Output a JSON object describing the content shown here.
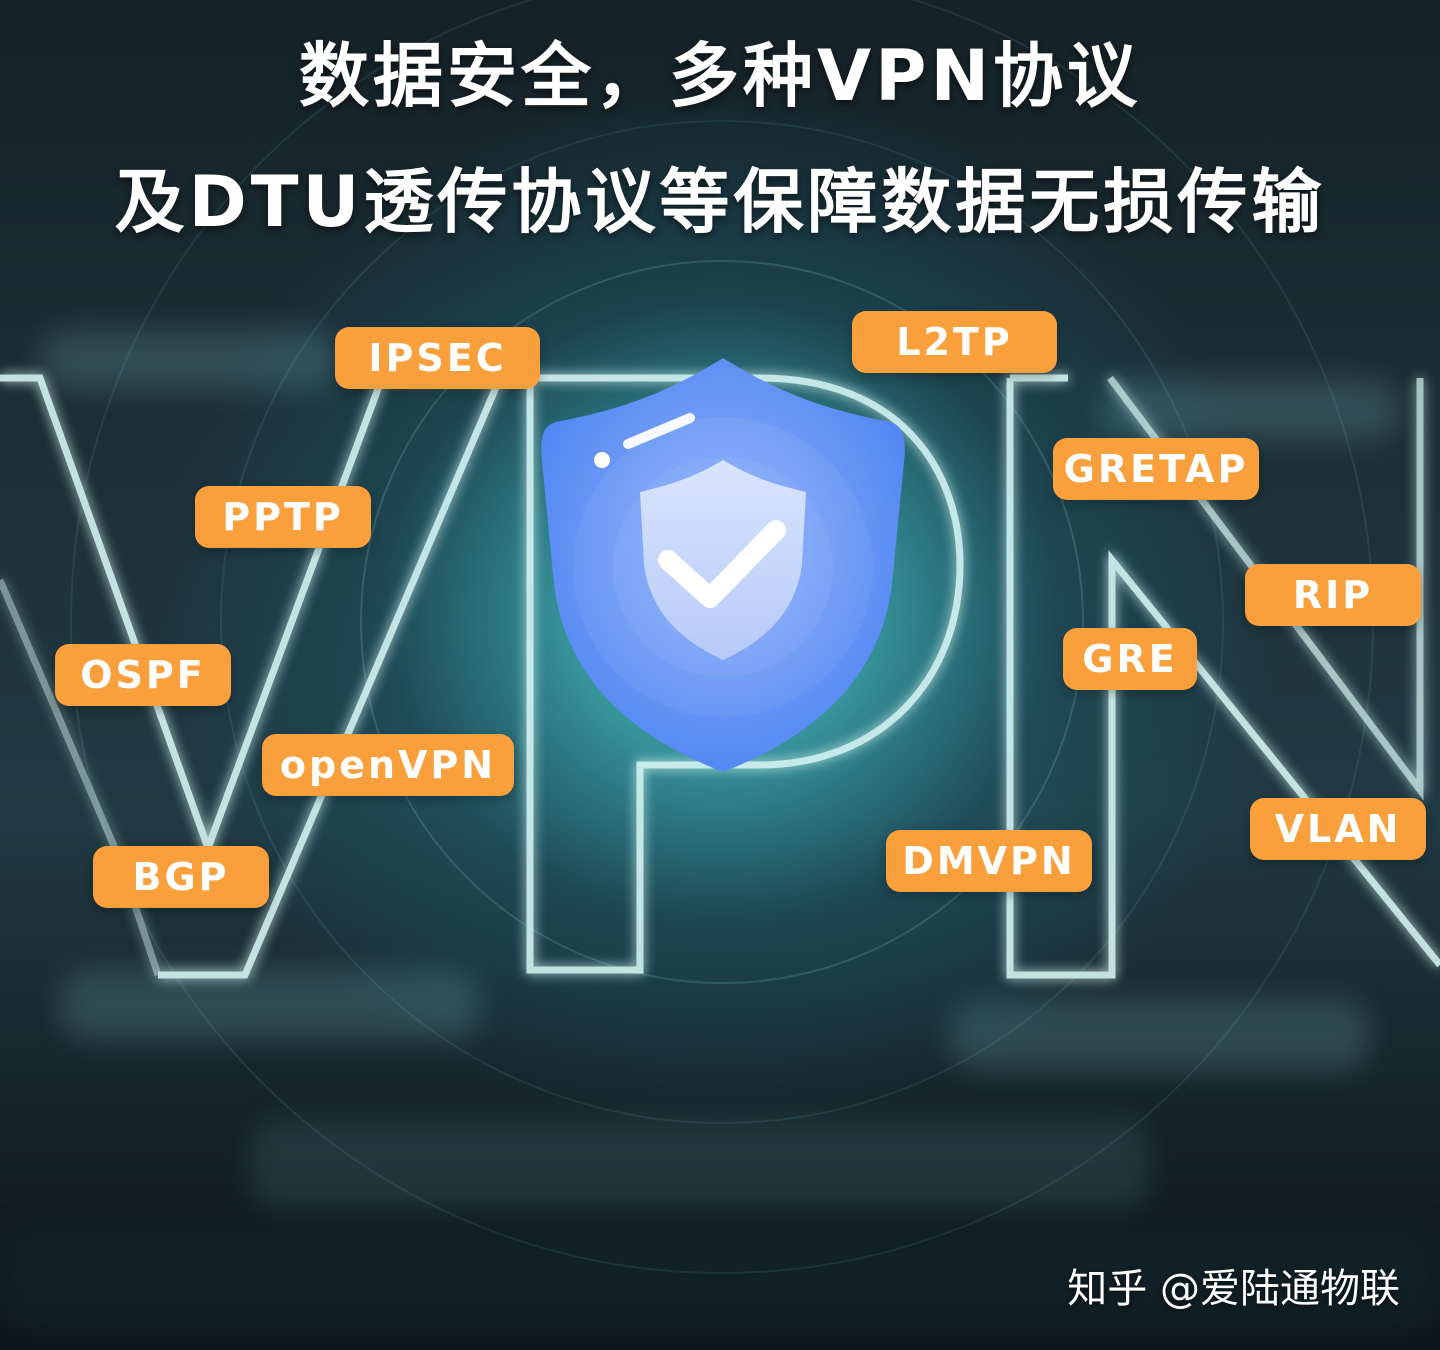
{
  "headline": {
    "line1": "数据安全，多种VPN协议",
    "line2": "及DTU透传协议等保障数据无损传输"
  },
  "protocol_tags": [
    {
      "id": "ipsec",
      "label": "IPSEC"
    },
    {
      "id": "l2tp",
      "label": "L2TP"
    },
    {
      "id": "pptp",
      "label": "PPTP"
    },
    {
      "id": "gretap",
      "label": "GRETAP"
    },
    {
      "id": "rip",
      "label": "RIP"
    },
    {
      "id": "ospf",
      "label": "OSPF"
    },
    {
      "id": "gre",
      "label": "GRE"
    },
    {
      "id": "openvpn",
      "label": "openVPN"
    },
    {
      "id": "vlan",
      "label": "VLAN"
    },
    {
      "id": "dmvpn",
      "label": "DMVPN"
    },
    {
      "id": "bgp",
      "label": "BGP"
    }
  ],
  "center_graphic": {
    "icon": "shield-check-icon",
    "background_letters": "VPN"
  },
  "watermark": "知乎 @爱陆通物联",
  "colors": {
    "tag_background": "#f99f3c",
    "tag_text": "#ffffff",
    "shield_outer": "#5b8df5",
    "shield_inner": "#c8d8fb",
    "glow": "#5ff0eb",
    "title_text": "#ffffff"
  }
}
